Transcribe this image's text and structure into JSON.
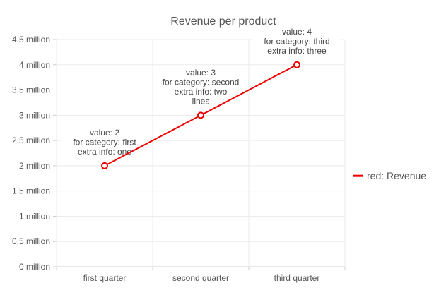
{
  "chart_data": {
    "type": "line",
    "title": "Revenue per product",
    "categories": [
      "first quarter",
      "second quarter",
      "third quarter"
    ],
    "y_tick_labels": [
      "0 million",
      "0.5 million",
      "1 million",
      "1.5 million",
      "2 million",
      "2.5 million",
      "3 million",
      "3.5 million",
      "4 million",
      "4.5 million"
    ],
    "ylim": [
      0,
      4.5
    ],
    "grid": true,
    "legend_position": "right",
    "series": [
      {
        "name": "red: Revenue",
        "color": "#ee0000",
        "values": [
          2,
          3,
          4
        ],
        "annotations": [
          [
            "value: 2",
            "for category: first",
            "extra info: one"
          ],
          [
            "value: 3",
            "for category: second",
            "extra info: two",
            "lines"
          ],
          [
            "value: 4",
            "for category: third",
            "extra info: three"
          ]
        ]
      }
    ]
  }
}
